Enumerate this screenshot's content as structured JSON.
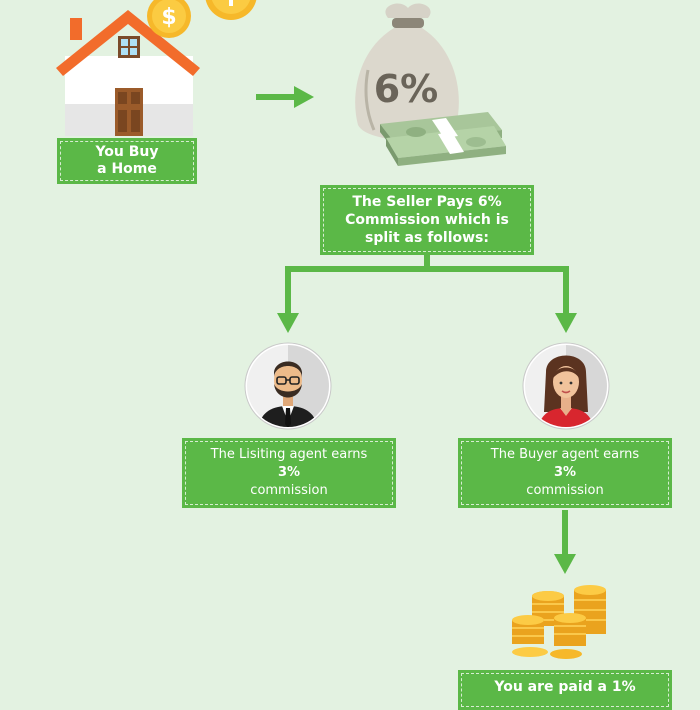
{
  "colors": {
    "background": "#e3f2e1",
    "box": "#5bb847",
    "connector": "#5bb847"
  },
  "nodes": {
    "buy_home": {
      "line1": "You Buy",
      "line2": "a Home"
    },
    "seller_pays": {
      "line1": "The Seller Pays 6%",
      "line2": "Commission which is",
      "line3": "split as follows:"
    },
    "listing_agent": {
      "line1": "The Lisiting agent earns",
      "line2": "3%",
      "line3": "commission"
    },
    "buyer_agent": {
      "line1": "The Buyer agent earns",
      "line2": "3%",
      "line3": "commission"
    },
    "paid_rebate": {
      "line1": "You are paid a 1%"
    }
  },
  "money_bag": {
    "label": "6%"
  },
  "icons": [
    "house-icon",
    "dollar-coin-icon",
    "money-bag-icon",
    "cash-stack-icon",
    "man-avatar-icon",
    "woman-avatar-icon",
    "gold-coins-icon",
    "arrow-right-icon",
    "arrow-down-icon"
  ]
}
